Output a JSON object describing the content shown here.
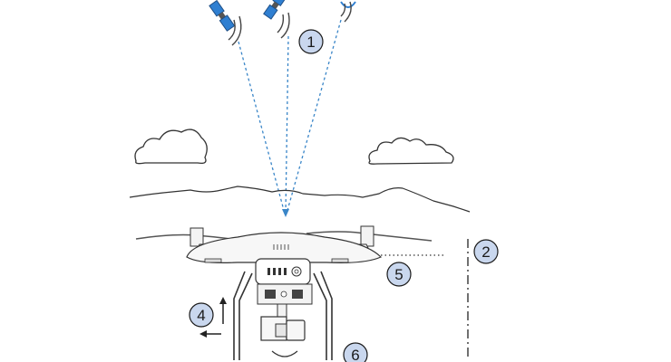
{
  "colors": {
    "badge_fill": "#c9d7ee",
    "badge_stroke": "#1a1a1a",
    "signal_line": "#3a86c8",
    "satellite_panel": "#2f7fd1",
    "ink": "#333333"
  },
  "icons": [
    "satellite-icon",
    "cloud-icon",
    "drone-icon",
    "gimbal-camera-icon",
    "arrow-up-icon",
    "arrow-left-icon"
  ],
  "badges": {
    "b1": "1",
    "b2": "2",
    "b3": "4",
    "b4": "5",
    "b5": "6"
  }
}
